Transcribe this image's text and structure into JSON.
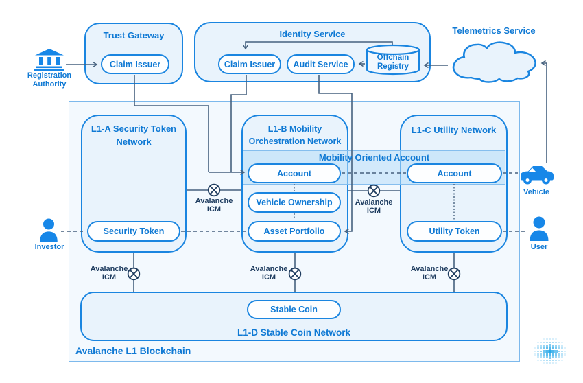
{
  "colors": {
    "accent_blue": "#1a85e0",
    "text_blue": "#0f79d4",
    "connector_navy": "#46617e",
    "icm_navy": "#1e3c5f",
    "box_fill": "#e9f3fc",
    "outer_fill": "#f3f9fe",
    "band_fill": "#b6dcf8",
    "icon_blue": "#1787e8",
    "logo_blue": "#2aa9e8"
  },
  "nodes": {
    "registration_authority": {
      "label": "Registration Authority"
    },
    "trust_gateway": {
      "title": "Trust Gateway",
      "claim_issuer": "Claim Issuer"
    },
    "identity_service": {
      "title": "Identity Service",
      "claim_issuer": "Claim Issuer",
      "audit_service": "Audit Service",
      "offchain_registry": {
        "line1": "Offchain",
        "line2": "Registry"
      }
    },
    "telemetrics_service": {
      "title": "Telemetrics Service"
    },
    "blockchain": {
      "label": "Avalanche L1 Blockchain"
    },
    "l1a": {
      "title": "L1-A Security Token Network",
      "security_token": "Security Token"
    },
    "l1b": {
      "title": "L1-B Mobility Orchestration Network",
      "account": "Account",
      "vehicle_ownership": "Vehicle Ownership",
      "asset_portfolio": "Asset Portfolio"
    },
    "l1c": {
      "title": "L1-C Utility Network",
      "account": "Account",
      "utility_token": "Utility Token"
    },
    "l1d": {
      "title": "L1-D Stable Coin Network",
      "stable_coin": "Stable Coin"
    },
    "mobility_band": {
      "label": "Mobility Oriented Account"
    },
    "icm": {
      "line1": "Avalanche",
      "line2": "ICM"
    },
    "actors": {
      "investor": "Investor",
      "vehicle": "Vehicle",
      "user": "User"
    }
  }
}
